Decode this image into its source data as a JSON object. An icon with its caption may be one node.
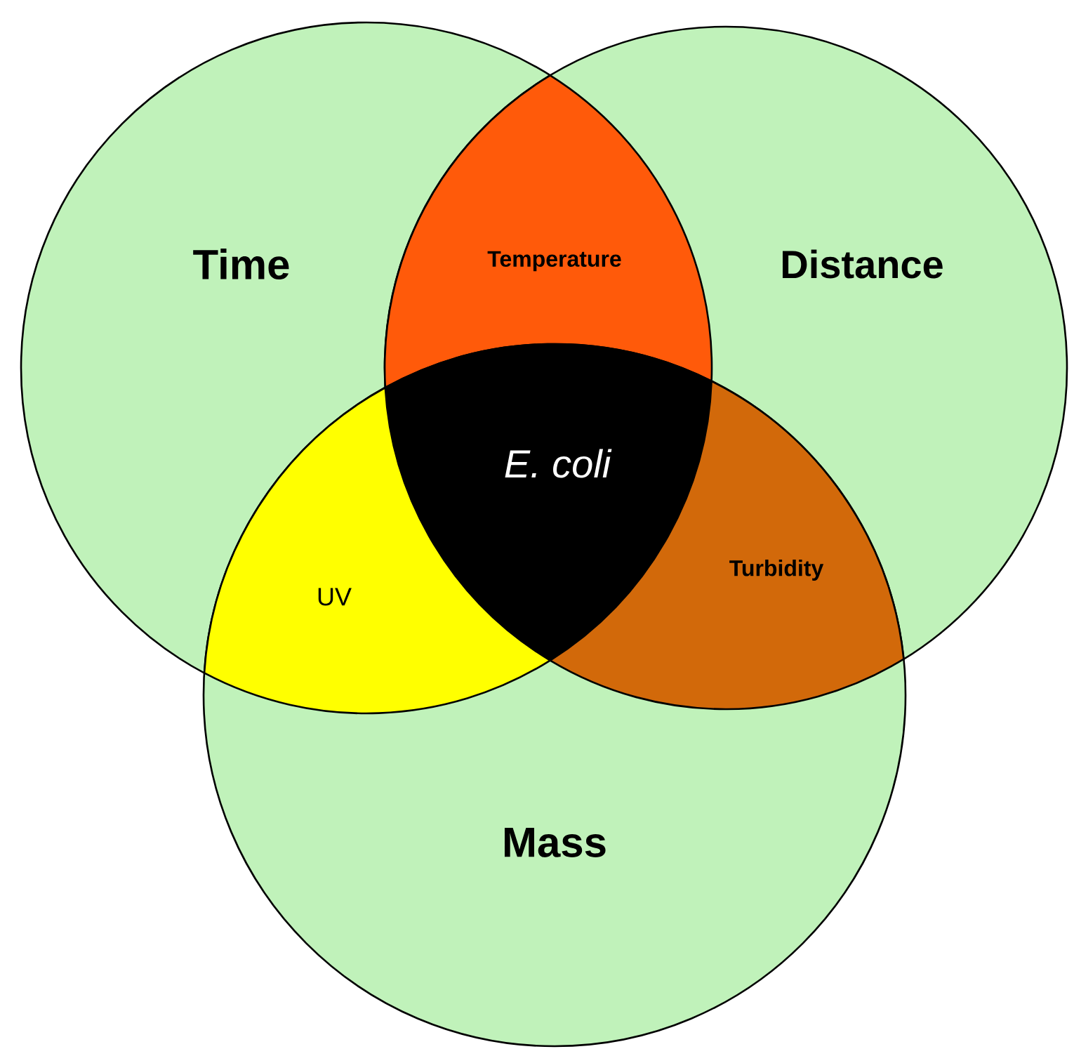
{
  "diagram": {
    "nodes": [
      {
        "text": [
          "Time"
        ]
      },
      {
        "text": [
          "Distance"
        ]
      },
      {
        "text": [
          "Temperature"
        ]
      },
      {
        "text": [
          "E. coli"
        ]
      },
      {
        "text": [
          "UV"
        ]
      },
      {
        "text": [
          "Turbidity"
        ]
      },
      {
        "text": [
          "Mass"
        ]
      }
    ]
  }
}
